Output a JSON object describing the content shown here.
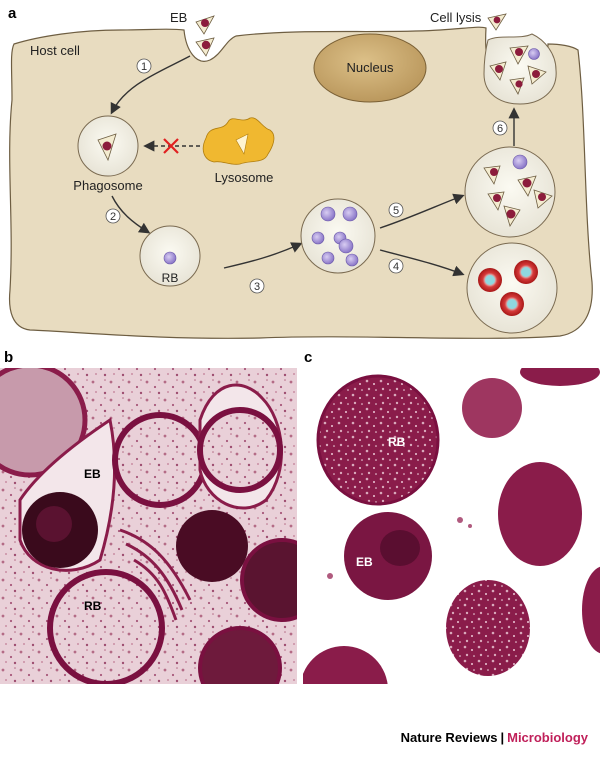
{
  "panels": {
    "a": "a",
    "b": "b",
    "c": "c"
  },
  "diagram": {
    "host_cell": "Host cell",
    "eb": "EB",
    "cell_lysis": "Cell lysis",
    "nucleus": "Nucleus",
    "phagosome": "Phagosome",
    "lysosome": "Lysosome",
    "rb": "RB",
    "steps": [
      "1",
      "2",
      "3",
      "4",
      "5",
      "6"
    ]
  },
  "micrographs": {
    "b_eb": "EB",
    "b_rb": "RB",
    "c_rb": "RB",
    "c_eb": "EB"
  },
  "footer": {
    "journal": "Nature Reviews",
    "separator": "|",
    "subject": "Microbiology"
  },
  "colors": {
    "cell_fill": "#e8dcc0",
    "nucleus_fill": "#c9a86b",
    "lysosome_fill": "#f0b830",
    "em_stain": "#8a1c4a",
    "inhibit_mark": "#e02020",
    "footer_accent": "#c0205a"
  }
}
